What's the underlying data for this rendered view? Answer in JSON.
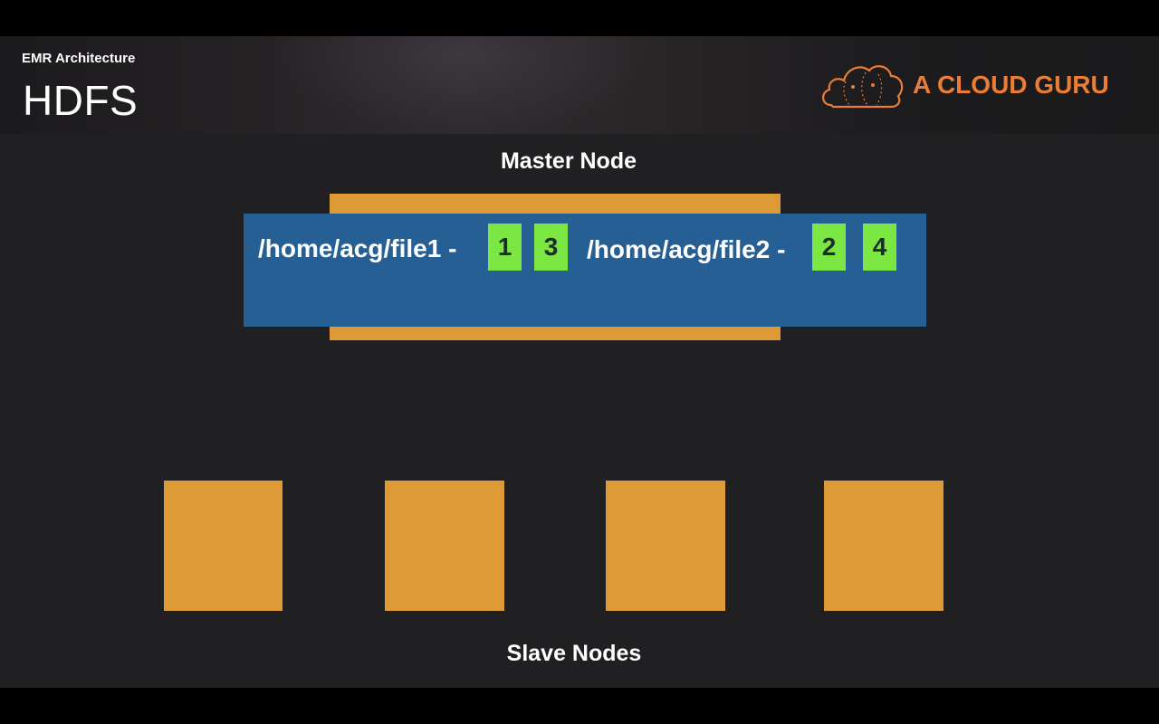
{
  "header": {
    "subtitle": "EMR Architecture",
    "title": "HDFS",
    "logo_text": "A CLOUD GURU",
    "logo_color": "#ec7d36"
  },
  "diagram": {
    "master_label": "Master Node",
    "slave_label": "Slave Nodes",
    "files": [
      {
        "path": "/home/acg/file1 -",
        "blocks": [
          "1",
          "3"
        ]
      },
      {
        "path": "/home/acg/file2 -",
        "blocks": [
          "2",
          "4"
        ]
      }
    ],
    "slave_node_count": 4,
    "colors": {
      "node": "#de9b35",
      "namenode": "#255f94",
      "block": "#7ce743",
      "background": "#201f21"
    }
  }
}
